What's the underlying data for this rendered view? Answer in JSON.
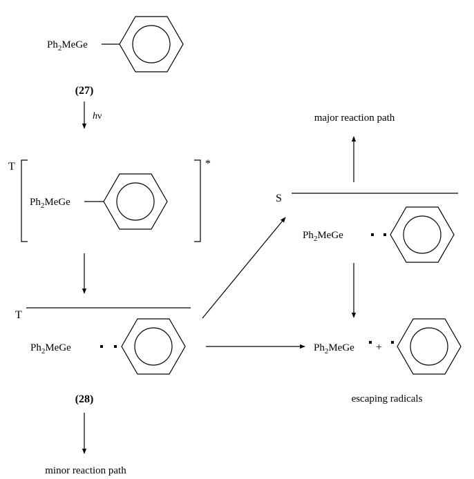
{
  "reagent": {
    "prefix": "Ph",
    "sub": "2",
    "suffix": "MeGe",
    "compound_number": "(27)"
  },
  "conditions": {
    "h": "h",
    "nu": "ν"
  },
  "excited_state": {
    "multiplicity": "T",
    "star": "*",
    "prefix": "Ph",
    "sub": "2",
    "suffix": "MeGe"
  },
  "triplet_pair": {
    "multiplicity": "T",
    "prefix": "Ph",
    "sub": "2",
    "suffix": "MeGe",
    "compound_number": "(28)"
  },
  "singlet_pair": {
    "multiplicity": "S",
    "prefix": "Ph",
    "sub": "2",
    "suffix": "MeGe"
  },
  "radicals": {
    "prefix": "Ph",
    "sub": "2",
    "suffix": "MeGe",
    "plus": "+",
    "caption": "escaping radicals"
  },
  "labels": {
    "major": "major reaction path",
    "minor": "minor reaction path"
  }
}
